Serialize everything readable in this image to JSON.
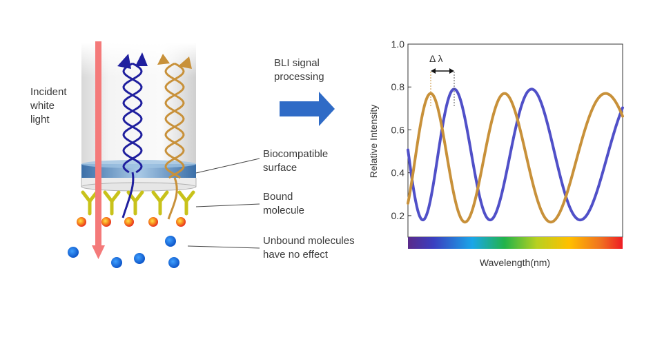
{
  "labels": {
    "incident_light": "Incident\nwhite\nlight",
    "process_title": "BLI signal\nprocessing",
    "biocompatible": "Biocompatible\nsurface",
    "bound": "Bound\nmolecule",
    "unbound": "Unbound molecules\nhave no effect"
  },
  "colors": {
    "incident_beam": "#f47a7a",
    "reflected_dark": "#1f1f9e",
    "reflected_gold": "#c8913a",
    "antibody": "#c8c21a",
    "bound_ball": "#f05a2a",
    "unbound_ball": "#1f6fd8",
    "arrow": "#2f6bc6"
  },
  "chart_data": {
    "type": "line",
    "ylabel": "Relative Intensity",
    "xlabel": "Wavelength(nm)",
    "ylim": [
      0.1,
      1.0
    ],
    "yticks": [
      "0.2",
      "0.4",
      "0.6",
      "0.8",
      "1.0"
    ],
    "annotation": "Δ λ",
    "series": [
      {
        "color": "#5050c8",
        "peaks_y": [
          0.79,
          0.79
        ],
        "troughs_y": [
          0.18,
          0.18
        ]
      },
      {
        "color": "#c8913a",
        "peaks_y": [
          0.77,
          0.77
        ],
        "troughs_y": [
          0.17,
          0.17
        ]
      }
    ],
    "grid": false
  }
}
